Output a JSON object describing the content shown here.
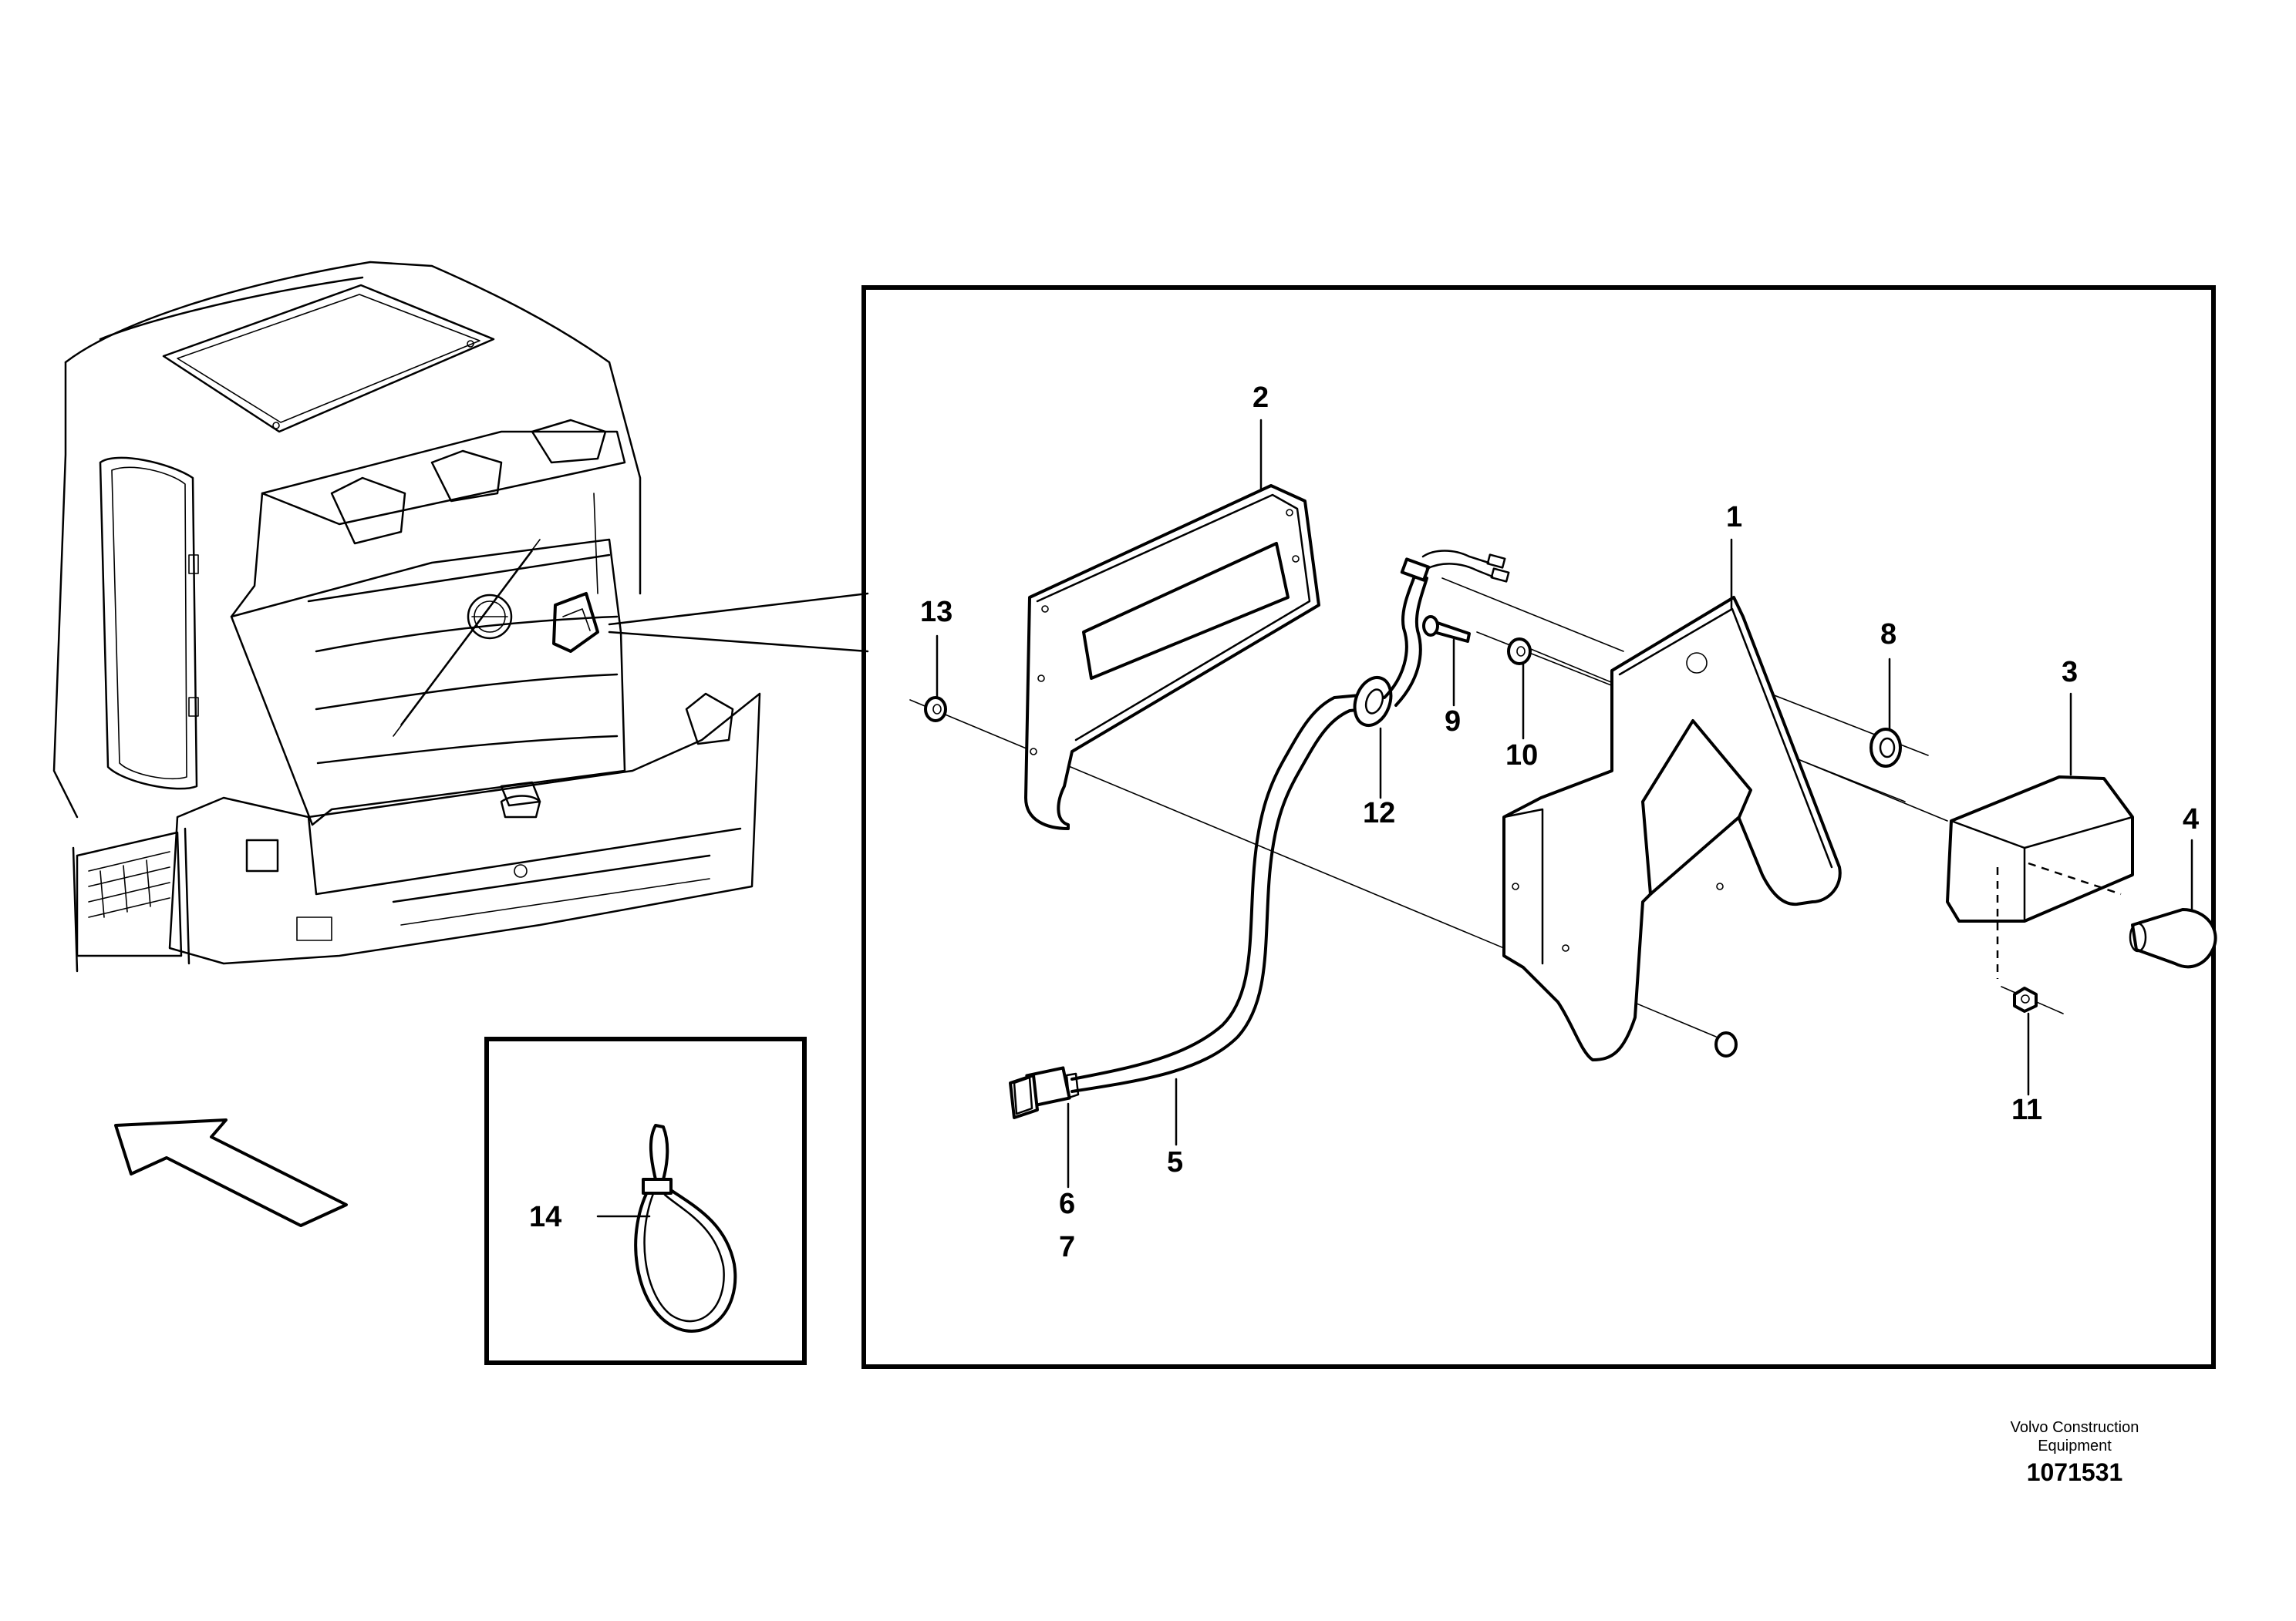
{
  "callouts": {
    "c1": "1",
    "c2": "2",
    "c3": "3",
    "c4": "4",
    "c5": "5",
    "c6": "6",
    "c7": "7",
    "c8": "8",
    "c9": "9",
    "c10": "10",
    "c11": "11",
    "c12": "12",
    "c13": "13",
    "c14": "14"
  },
  "footer": {
    "company_line1": "Volvo Construction",
    "company_line2": "Equipment",
    "drawing_number": "1071531"
  }
}
